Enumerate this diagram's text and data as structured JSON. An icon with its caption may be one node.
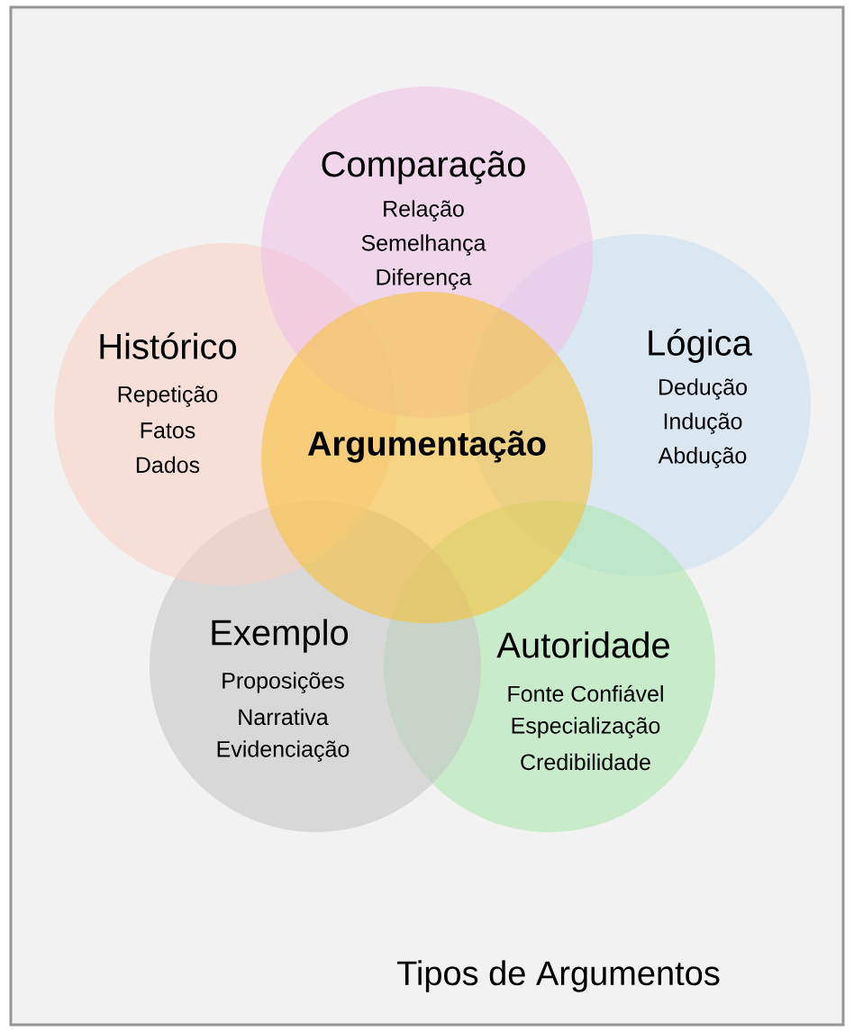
{
  "diagram": {
    "caption": "Tipos de Argumentos",
    "nodes": [
      {
        "text": [
          "Lógica",
          "Dedução",
          "Indução",
          "Abdução"
        ]
      },
      {
        "text": [
          "Autoridade",
          "Fonte Confiável",
          "Especialização",
          "Credibilidade"
        ]
      },
      {
        "text": [
          "Exemplo",
          "Proposições",
          "Narrativa",
          "Evidenciação"
        ]
      },
      {
        "text": [
          "Histórico",
          "Repetição",
          "Fatos",
          "Dados"
        ]
      },
      {
        "text": [
          "Comparação",
          "Relação",
          "Semelhança",
          "Diferença"
        ]
      },
      {
        "text": [
          "Argumentação"
        ]
      }
    ]
  }
}
